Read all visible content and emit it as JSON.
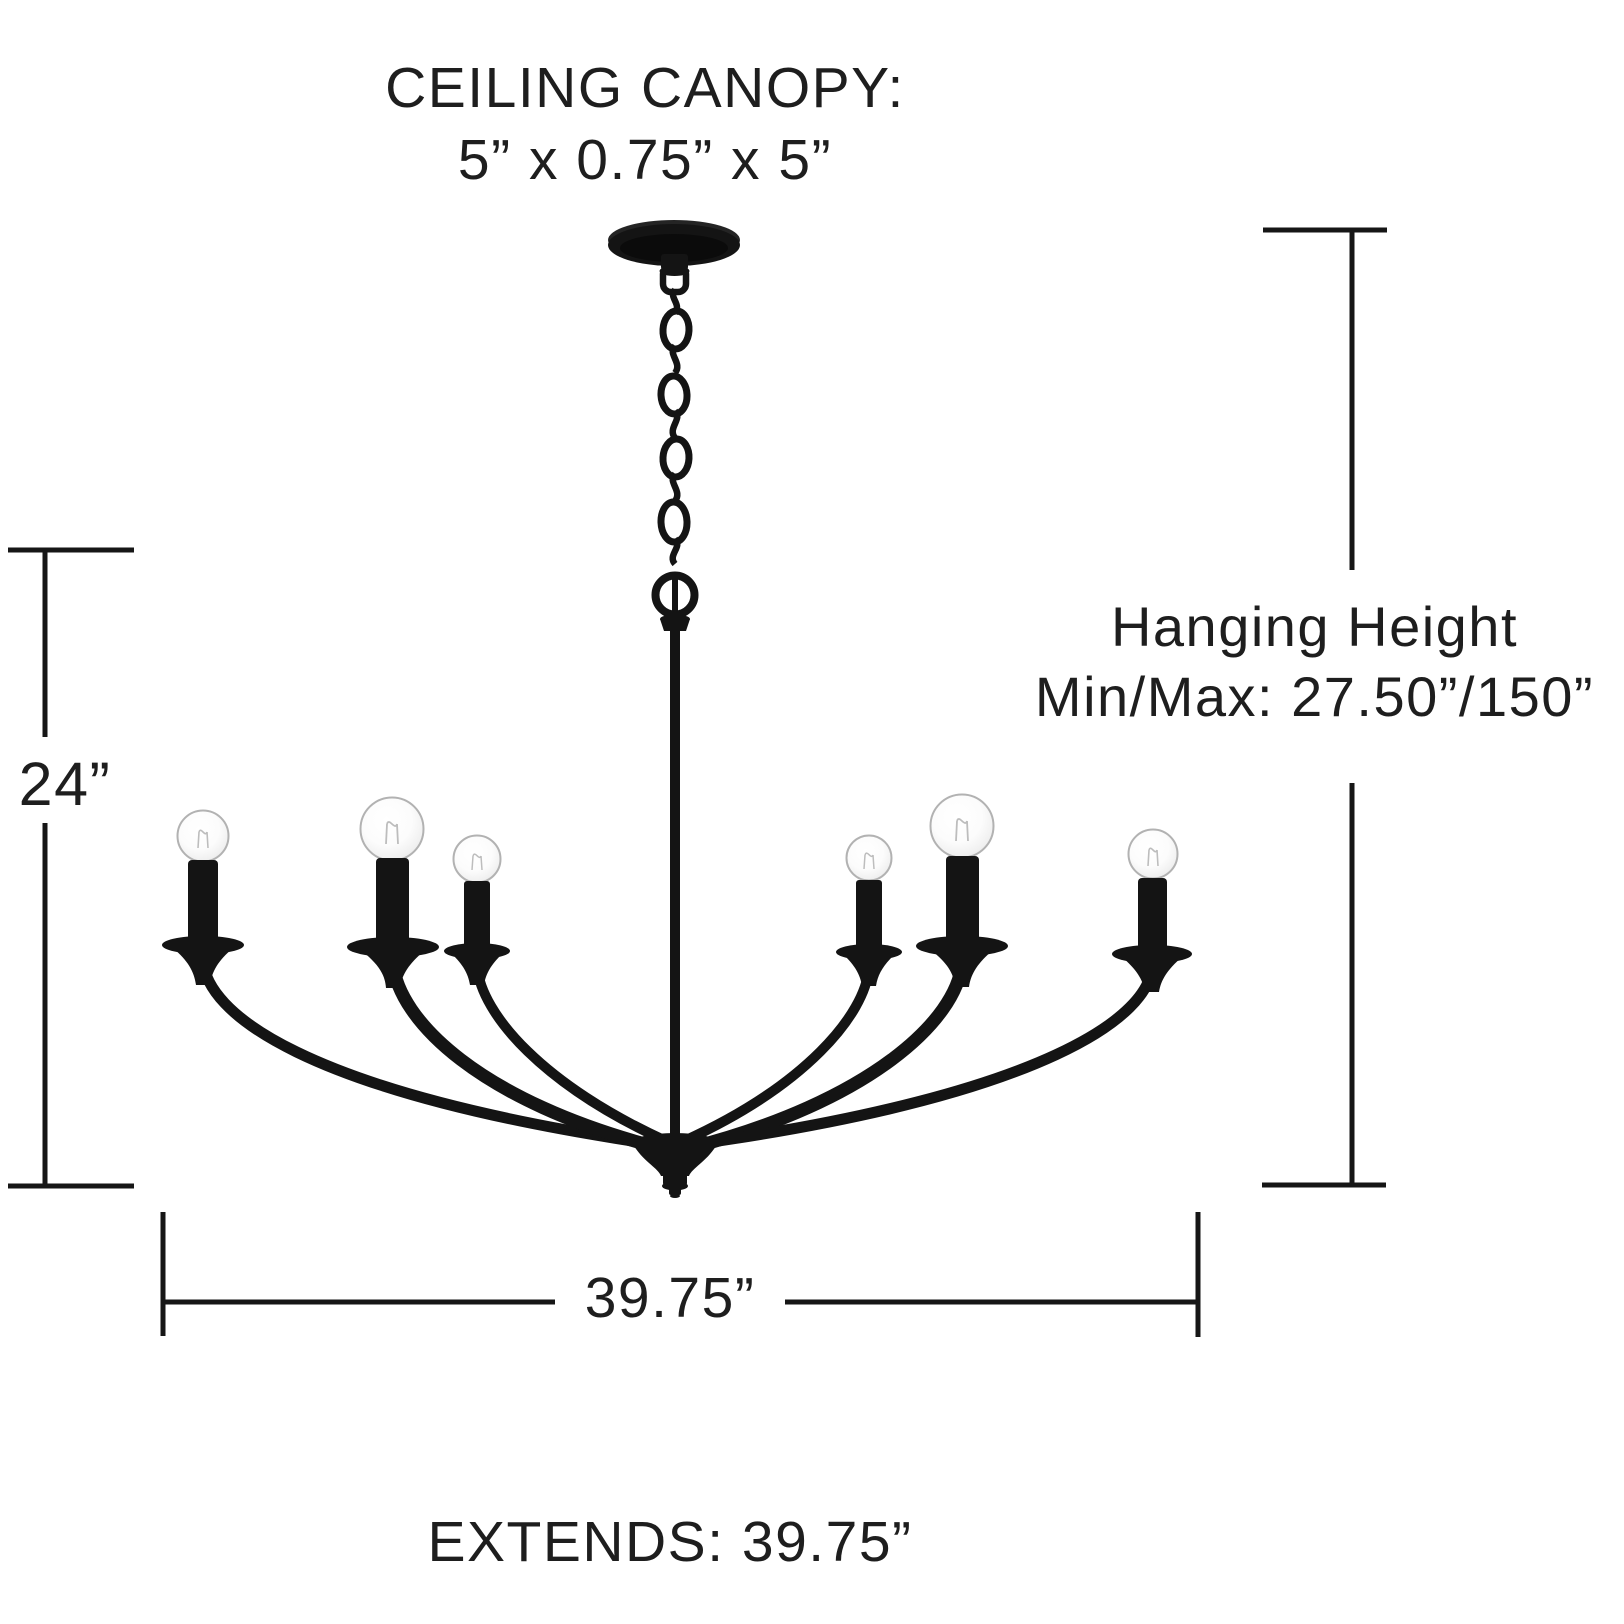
{
  "labels": {
    "canopy": {
      "line1": "CEILING CANOPY:",
      "line2": "5” x 0.75” x 5”"
    },
    "hanging_height": {
      "line1": "Hanging Height",
      "line2": "Min/Max: 27.50”/150”"
    },
    "fixture_height": "24”",
    "fixture_width": "39.75”",
    "extends": "EXTENDS: 39.75”"
  },
  "fixture": {
    "type": "chandelier",
    "light_count": 6,
    "finish": "black"
  },
  "colors": {
    "ink": "#1e1e1e",
    "dimension_line": "#161616",
    "fixture_black": "#141414",
    "bulb_outline": "#b2b2b2",
    "background": "#ffffff"
  }
}
